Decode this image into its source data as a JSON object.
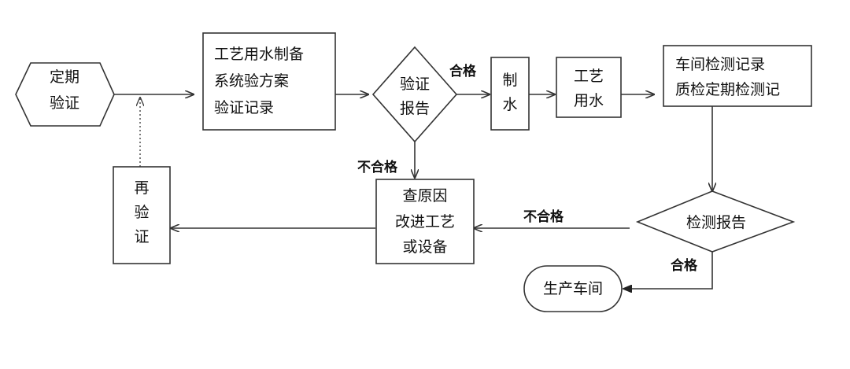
{
  "nodes": {
    "periodic_validation": [
      "定期",
      "验证"
    ],
    "plan": [
      "工艺用水制备",
      "系统验方案",
      "验证记录"
    ],
    "validation_report": [
      "验证",
      "报告"
    ],
    "make_water": [
      "制",
      "水"
    ],
    "process_water": [
      "工艺",
      "用水"
    ],
    "records": [
      "车间检测记录",
      "质检定期检测记"
    ],
    "test_report": [
      "检测报告"
    ],
    "production": [
      "生产车间"
    ],
    "investigate": [
      "查原因",
      "改进工艺",
      "或设备"
    ],
    "revalidate": [
      "再",
      "验",
      "证"
    ]
  },
  "edge_labels": {
    "pass_1": "合格",
    "fail_1": "不合格",
    "fail_2": "不合格",
    "pass_2": "合格"
  },
  "colors": {
    "stroke": "#333333",
    "text": "#111111",
    "background": "#ffffff"
  }
}
